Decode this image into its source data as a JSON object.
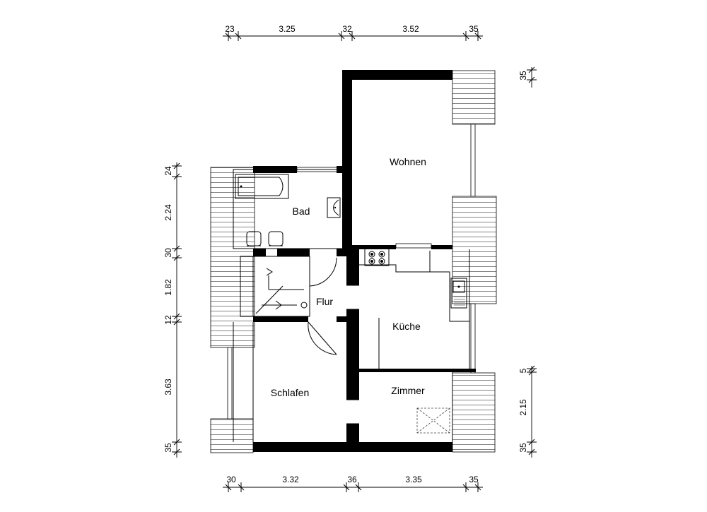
{
  "rooms": {
    "wohnen": "Wohnen",
    "bad": "Bad",
    "flur": "Flur",
    "kueche": "Küche",
    "schlafen": "Schlafen",
    "zimmer": "Zimmer"
  },
  "dimensions": {
    "top": [
      "23",
      "3.25",
      "32",
      "3.52",
      "35"
    ],
    "bottom": [
      "30",
      "3.32",
      "36",
      "3.35",
      "35"
    ],
    "left": [
      "24",
      "2.24",
      "30",
      "1.82",
      "12",
      "3.63",
      "35"
    ],
    "right": [
      "35",
      "5",
      "2.15",
      "35"
    ]
  }
}
